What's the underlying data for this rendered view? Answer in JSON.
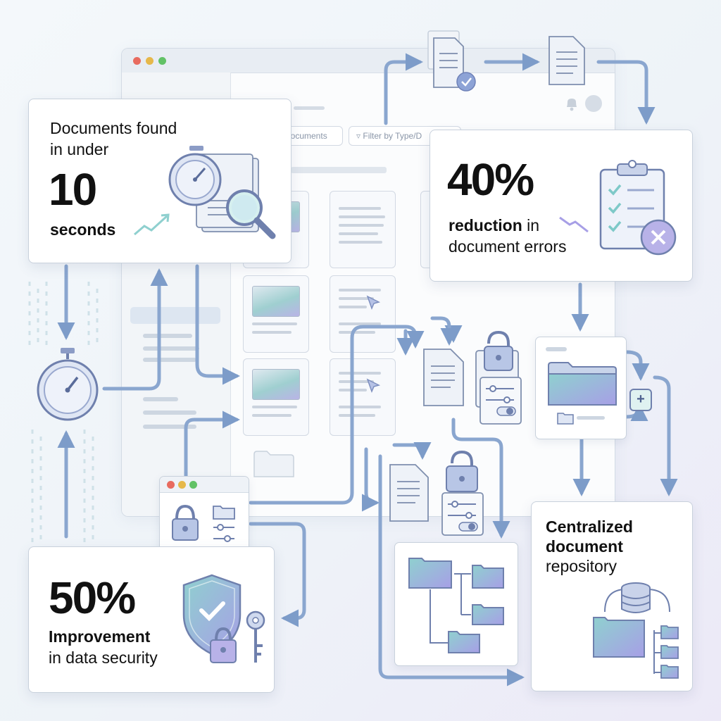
{
  "app": {
    "search_label": "Documents",
    "filter_label": "Filter by Type/D"
  },
  "cards": {
    "speed": {
      "line1": "Documents found",
      "line2": "in under",
      "number": "10",
      "unit": "seconds"
    },
    "errors": {
      "number": "40%",
      "label_bold": "reduction",
      "label_rest": " in",
      "line2": "document errors"
    },
    "security": {
      "number": "50%",
      "label_bold": "Improvement",
      "line2": "in data security"
    },
    "repository": {
      "line1": "Centralized",
      "line2": "document",
      "line3": "repository"
    }
  },
  "colors": {
    "arrow": "#7d9cc9",
    "accent_teal": "#8fd0cf",
    "accent_purple": "#a79fe6",
    "window_dot_red": "#e86b5f",
    "window_dot_yellow": "#e6b84a",
    "window_dot_green": "#62c266"
  },
  "icons": [
    "stopwatch-icon",
    "document-stack-icon",
    "magnifier-icon",
    "clipboard-check-icon",
    "x-circle-icon",
    "shield-check-icon",
    "padlock-icon",
    "key-icon",
    "folder-icon",
    "database-icon",
    "sliders-icon",
    "bell-icon",
    "filter-icon",
    "trend-up-icon",
    "trend-down-icon"
  ]
}
